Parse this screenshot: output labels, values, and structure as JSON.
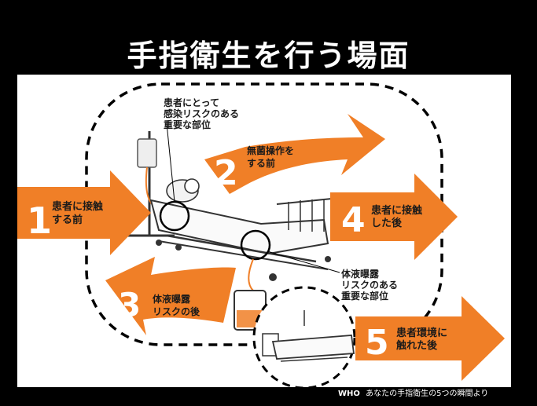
{
  "title": "手指衛生を行う場面",
  "colors": {
    "accent": "#f07f27",
    "background": "#000000",
    "panel": "#ffffff"
  },
  "moments": [
    {
      "number": "1",
      "line1": "患者に接触",
      "line2": "する前"
    },
    {
      "number": "2",
      "line1": "無菌操作を",
      "line2": "する前"
    },
    {
      "number": "3",
      "line1": "体液曝露",
      "line2": "リスクの後"
    },
    {
      "number": "4",
      "line1": "患者に接触",
      "line2": "した後"
    },
    {
      "number": "5",
      "line1": "患者環境に",
      "line2": "触れた後"
    }
  ],
  "labels": {
    "infection_site": [
      "患者にとって",
      "感染リスクのある",
      "重要な部位"
    ],
    "body_fluid_site": [
      "体液曝露",
      "リスクのある",
      "重要な部位"
    ]
  },
  "caption": {
    "source": "WHO",
    "text": "あなたの手指衛生の5つの瞬間より"
  }
}
